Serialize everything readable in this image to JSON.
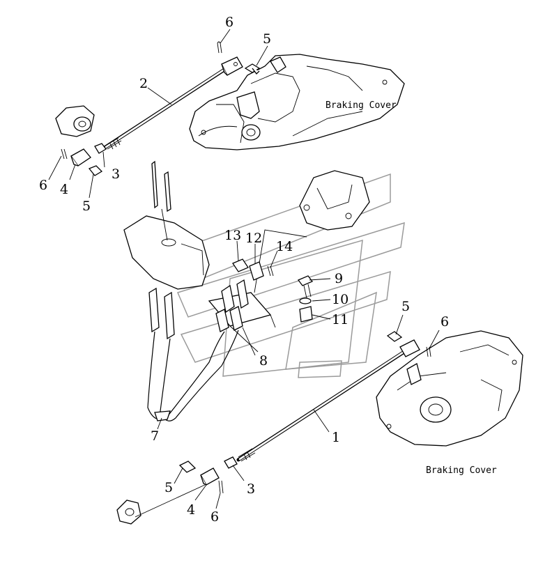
{
  "labels": {
    "braking_cover_top": "Braking Cover",
    "braking_cover_bottom": "Braking Cover"
  },
  "callouts": {
    "c1": "1",
    "c2": "2",
    "c3a": "3",
    "c3b": "3",
    "c4a": "4",
    "c4b": "4",
    "c5a": "5",
    "c5b": "5",
    "c5c": "5",
    "c5d": "5",
    "c6a": "6",
    "c6b": "6",
    "c6c": "6",
    "c6d": "6",
    "c7": "7",
    "c8": "8",
    "c9": "9",
    "c10": "10",
    "c11": "11",
    "c12": "12",
    "c13": "13",
    "c14": "14"
  }
}
